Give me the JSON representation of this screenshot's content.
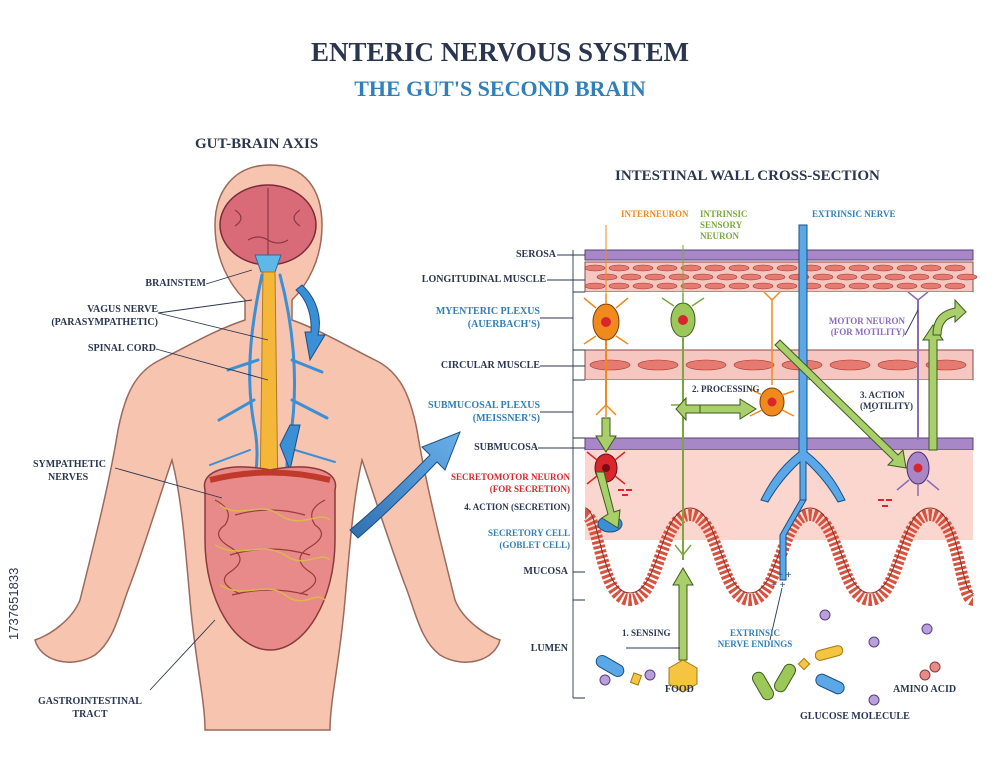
{
  "title": "ENTERIC NERVOUS SYSTEM",
  "subtitle": "THE GUT'S SECOND BRAIN",
  "left_panel": {
    "heading": "GUT-BRAIN AXIS",
    "labels": {
      "brainstem": "BRAINSTEM",
      "vagus_1": "VAGUS NERVE",
      "vagus_2": "(PARASYMPATHETIC)",
      "spinal_cord": "SPINAL CORD",
      "sympathetic_1": "SYMPATHETIC",
      "sympathetic_2": "NERVES",
      "gi_1": "GASTROINTESTINAL",
      "gi_2": "TRACT"
    }
  },
  "right_panel": {
    "heading": "INTESTINAL WALL CROSS-SECTION",
    "layers": {
      "serosa": "SEROSA",
      "longitudinal": "LONGITUDINAL MUSCLE",
      "myenteric_1": "MYENTERIC PLEXUS",
      "myenteric_2": "(AUERBACH'S)",
      "circular": "CIRCULAR MUSCLE",
      "submucosal_1": "SUBMUCOSAL PLEXUS",
      "submucosal_2": "(MEISSNER'S)",
      "submucosa": "SUBMUCOSA",
      "secretomotor_1": "SECRETOMOTOR NEURON",
      "secretomotor_2": "(FOR SECRETION)",
      "action_secretion": "4. ACTION (SECRETION)",
      "secretory_1": "SECRETORY CELL",
      "secretory_2": "(GOBLET CELL)",
      "mucosa": "MUCOSA",
      "lumen": "LUMEN"
    },
    "neurons": {
      "interneuron": "INTERNEURON",
      "intrinsic_1": "INTRINSIC",
      "intrinsic_2": "SENSORY",
      "intrinsic_3": "NEURON",
      "extrinsic": "EXTRINSIC NERVE",
      "motor_1": "MOTOR NEURON",
      "motor_2": "(FOR MOTILITY)",
      "processing": "2. PROCESSING",
      "action_motility_1": "3. ACTION",
      "action_motility_2": "(MOTILITY)",
      "sensing": "1. SENSING",
      "endings_1": "EXTRINSIC",
      "endings_2": "NERVE ENDINGS",
      "food": "FOOD",
      "amino": "AMINO ACID",
      "glucose": "GLUCOSE MOLECULE"
    }
  },
  "stock_id": "1737651833",
  "colors": {
    "title": "#2a3650",
    "subtitle": "#2f7fb8",
    "interneuron": "#f08a1c",
    "sensory": "#7aa83c",
    "extrinsic": "#3a8fd6",
    "motor": "#8a6bb8",
    "secretomotor": "#d8262c",
    "skin": "#f7c4b0"
  }
}
